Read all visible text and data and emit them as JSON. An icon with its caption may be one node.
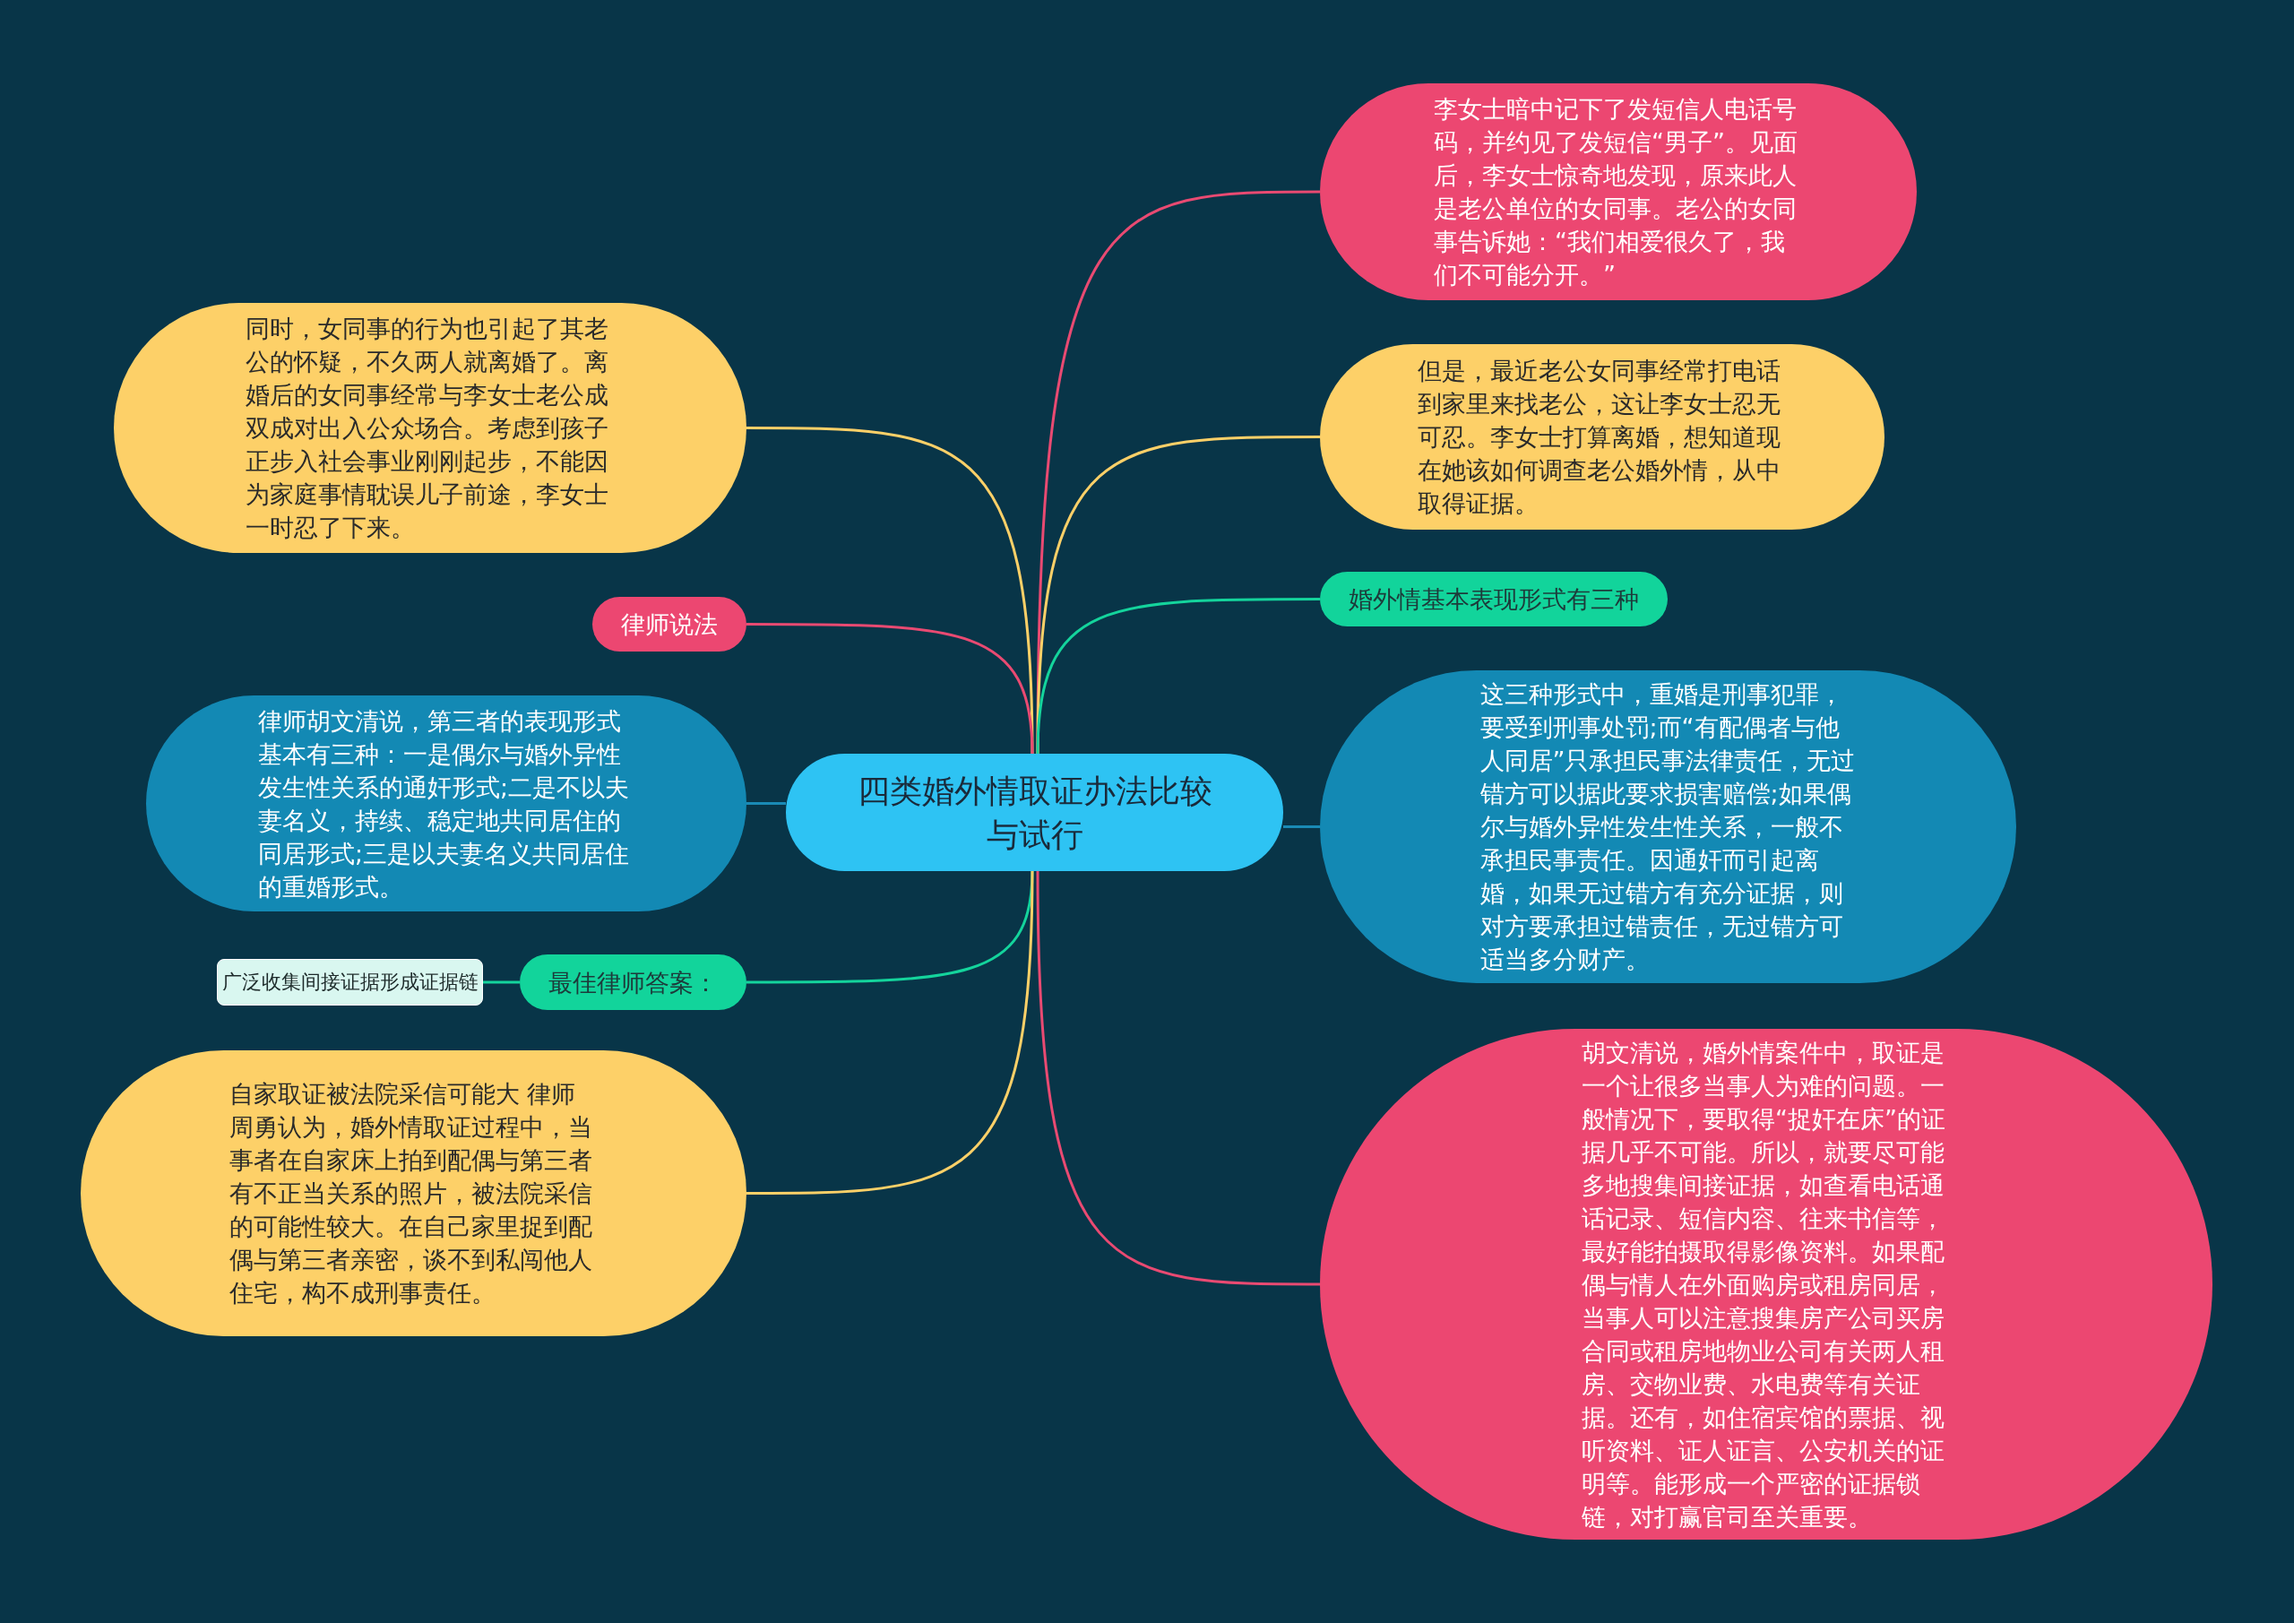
{
  "diagram": {
    "nodes": [
      {
        "text": [
          "四类婚外情取证办法比较与试行"
        ]
      },
      {
        "text": [
          "李女士暗中记下了发短信人电话号码，并约见了发短信“男子”。见面后，李女士惊奇地发现，原来此人是老公单位的女同事。老公的女同事告诉她：“我们相爱很久了，我们不可能分开。”"
        ]
      },
      {
        "text": [
          "同时，女同事的行为也引起了其老公的怀疑，不久两人就离婚了。离婚后的女同事经常与李女士老公成双成对出入公众场合。考虑到孩子正步入社会事业刚刚起步，不能因为家庭事情耽误儿子前途，李女士一时忍了下来。"
        ]
      },
      {
        "text": [
          "但是，最近老公女同事经常打电话到家里来找老公，这让李女士忍无可忍。李女士打算离婚，想知道现在她该如何调查老公婚外情，从中取得证据。"
        ]
      },
      {
        "text": [
          "律师说法"
        ]
      },
      {
        "text": [
          "婚外情基本表现形式有三种"
        ]
      },
      {
        "text": [
          "律师胡文清说，第三者的表现形式基本有三种：一是偶尔与婚外异性发生性关系的通奸形式;二是不以夫妻名义，持续、稳定地共同居住的同居形式;三是以夫妻名义共同居住的重婚形式。"
        ]
      },
      {
        "text": [
          "这三种形式中，重婚是刑事犯罪，要受到刑事处罚;而“有配偶者与他人同居”只承担民事法律责任，无过错方可以据此要求损害赔偿;如果偶尔与婚外异性发生性关系，一般不承担民事责任。因通奸而引起离婚，如果无过错方有充分证据，则对方要承担过错责任，无过错方可适当多分财产。"
        ]
      },
      {
        "text": [
          "最佳律师答案："
        ]
      },
      {
        "text": [
          "广泛收集间接证据形成证据链"
        ]
      },
      {
        "text": [
          "自家取证被法院采信可能大 律师周勇认为，婚外情取证过程中，当事者在自家床上拍到配偶与第三者有不正当关系的照片，被法院采信的可能性较大。在自己家里捉到配偶与第三者亲密，谈不到私闯他人住宅，构不成刑事责任。"
        ]
      },
      {
        "text": [
          "胡文清说，婚外情案件中，取证是一个让很多当事人为难的问题。一般情况下，要取得“捉奸在床”的证据几乎不可能。所以，就要尽可能多地搜集间接证据，如查看电话通话记录、短信内容、往来书信等，最好能拍摄取得影像资料。如果配偶与情人在外面购房或租房同居，当事人可以注意搜集房产公司买房合同或租房地物业公司有关两人租房、交物业费、水电费等有关证据。还有，如住宿宾馆的票据、视听资料、证人证言、公安机关的证明等。能形成一个严密的证据锁链，对打赢官司至关重要。"
        ]
      }
    ],
    "edges": [
      {
        "from": 0,
        "to": 1,
        "arrow": "none",
        "color": "#e94a72"
      },
      {
        "from": 0,
        "to": 2,
        "arrow": "none",
        "color": "#fdd068"
      },
      {
        "from": 0,
        "to": 3,
        "arrow": "none",
        "color": "#fdd068"
      },
      {
        "from": 0,
        "to": 4,
        "arrow": "none",
        "color": "#e94a72"
      },
      {
        "from": 0,
        "to": 5,
        "arrow": "none",
        "color": "#14d49c"
      },
      {
        "from": 0,
        "to": 6,
        "arrow": "none",
        "color": "#1a8ab5"
      },
      {
        "from": 0,
        "to": 7,
        "arrow": "none",
        "color": "#1a8ab5"
      },
      {
        "from": 0,
        "to": 8,
        "arrow": "none",
        "color": "#14d49c"
      },
      {
        "from": 8,
        "to": 9,
        "arrow": "none",
        "color": "#14d49c"
      },
      {
        "from": 0,
        "to": 10,
        "arrow": "none",
        "color": "#fdd068"
      },
      {
        "from": 0,
        "to": 11,
        "arrow": "none",
        "color": "#e94a72"
      }
    ]
  }
}
